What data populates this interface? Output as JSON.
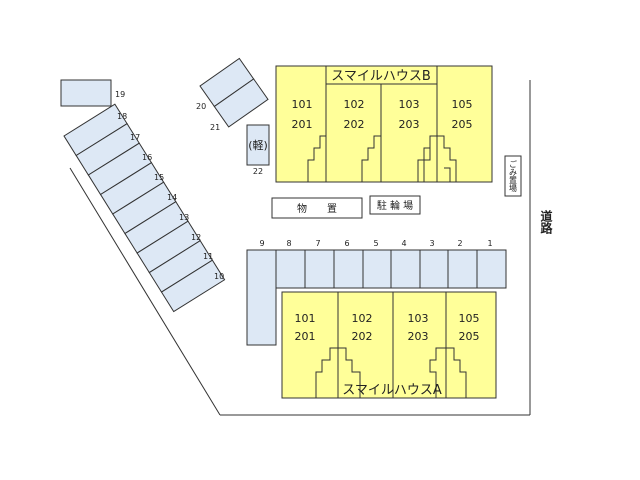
{
  "building_b": {
    "name": "スマイルハウスB",
    "units_top": [
      "101",
      "102",
      "103",
      "105"
    ],
    "units_bottom": [
      "201",
      "202",
      "203",
      "205"
    ]
  },
  "building_a": {
    "name": "スマイルハウスA",
    "units_top": [
      "101",
      "102",
      "103",
      "105"
    ],
    "units_bottom": [
      "201",
      "202",
      "203",
      "205"
    ]
  },
  "storage_label": "物　　置",
  "bicycle_parking_label": "駐 輪 場",
  "garbage_label": "ごみ置場",
  "road_label": "道路",
  "kei_car_label": "(軽)",
  "parking_row_numbers": [
    "1",
    "2",
    "3",
    "4",
    "5",
    "6",
    "7",
    "8",
    "9"
  ],
  "parking_diagonal_numbers": [
    "10",
    "11",
    "12",
    "13",
    "14",
    "15",
    "16",
    "17",
    "18"
  ],
  "parking_19": "19",
  "parking_20": "20",
  "parking_21": "21",
  "parking_22": "22"
}
